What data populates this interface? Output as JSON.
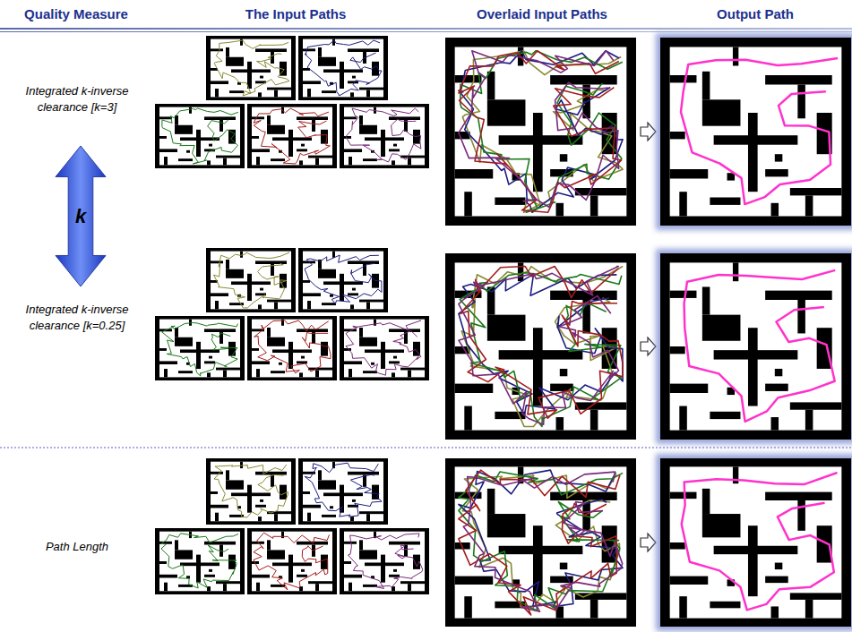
{
  "diagram": {
    "nodes": [
      {
        "text": [
          "k"
        ]
      }
    ],
    "labels": [
      "Quality Measure",
      "The Input Paths",
      "Overlaid Input Paths",
      "Output Path",
      "Integrated k-inverse clearance [k=3]",
      "Integrated k-inverse clearance [k=0.25]",
      "Path Length"
    ]
  }
}
